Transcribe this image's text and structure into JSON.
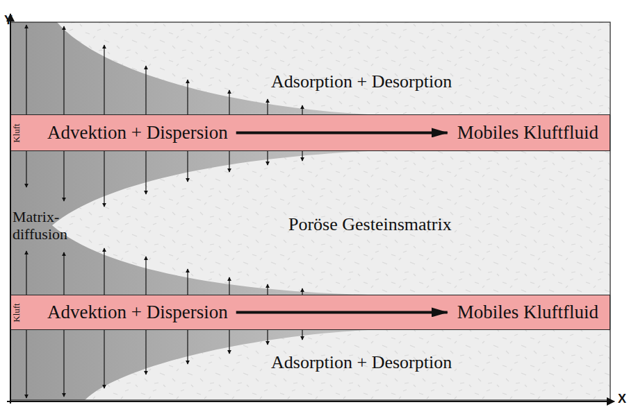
{
  "diagram": {
    "nodes": [
      {
        "text": [
          "Kluft"
        ]
      },
      {
        "text": [
          "Advektion + Dispersion"
        ],
        "in": 0
      },
      {
        "text": [
          "Mobiles Kluftfluid"
        ],
        "in": 0
      },
      {
        "text": [
          "Kluft"
        ]
      },
      {
        "text": [
          "Advektion + Dispersion"
        ],
        "in": 3
      },
      {
        "text": [
          "Mobiles Kluftfluid"
        ],
        "in": 3
      }
    ],
    "edges": [
      {
        "from": 1,
        "to": 2,
        "arrow": "to"
      },
      {
        "from": 4,
        "to": 5,
        "arrow": "to"
      }
    ],
    "labels": [
      "Y",
      "Adsorption + Desorption",
      "Matrix- diffusion",
      "Poröse Gesteinsmatrix",
      "Adsorption + Desorption",
      "X"
    ]
  }
}
